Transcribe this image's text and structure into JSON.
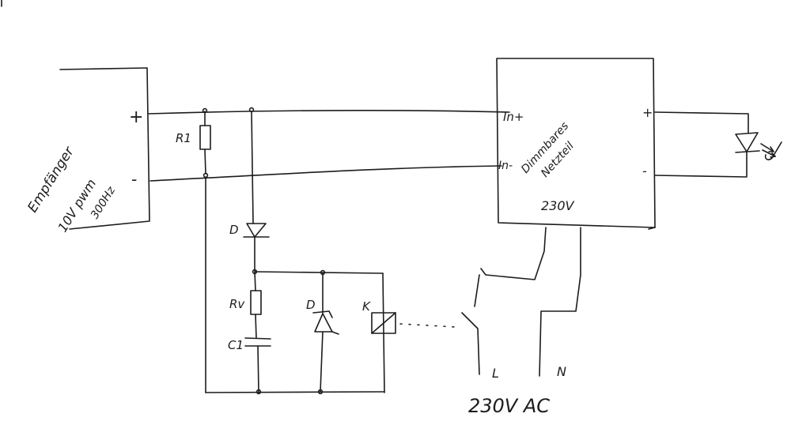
{
  "receiver": {
    "title": "Empfänger",
    "spec_line1": "10V pwm",
    "spec_line2": "300Hz",
    "plus": "+",
    "minus": "-"
  },
  "components": {
    "r1": "R1",
    "d_top": "D",
    "rv": "Rv",
    "c1": "C1",
    "d_zener": "D",
    "k_relay": "K"
  },
  "driver": {
    "title_line1": "Dimmbares",
    "title_line2": "Netzteil",
    "in_plus": "In+",
    "in_minus": "In-",
    "out_plus": "+",
    "out_minus": "-",
    "mains": "230V"
  },
  "mains": {
    "l": "L",
    "n": "N",
    "label": "230V AC"
  }
}
